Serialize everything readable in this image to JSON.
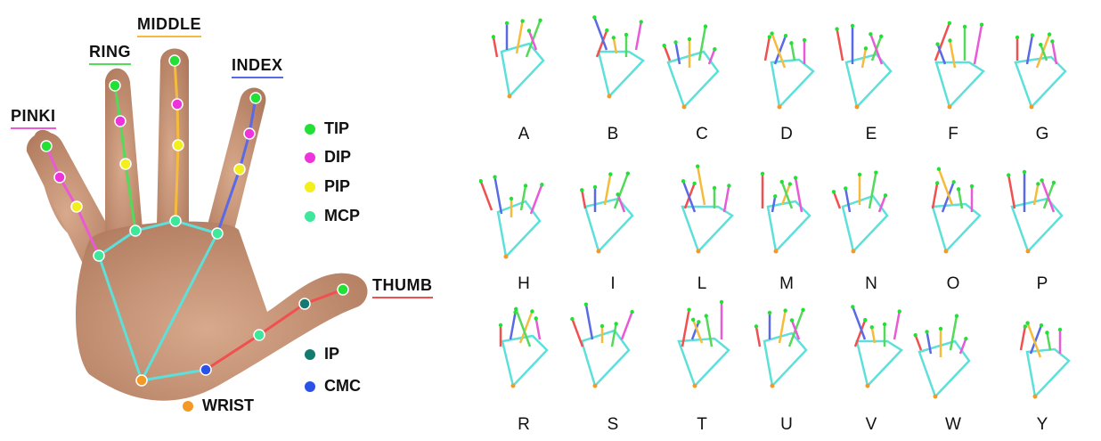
{
  "fingers": {
    "pinky": "PINKI",
    "ring": "RING",
    "middle": "MIDDLE",
    "index": "INDEX",
    "thumb": "THUMB"
  },
  "legend": [
    {
      "label": "TIP",
      "color": "#22e036"
    },
    {
      "label": "DIP",
      "color": "#ee33dd"
    },
    {
      "label": "PIP",
      "color": "#f3ef1c"
    },
    {
      "label": "MCP",
      "color": "#3ee89a"
    },
    {
      "label": "IP",
      "color": "#137a70"
    },
    {
      "label": "CMC",
      "color": "#2a52e8"
    },
    {
      "label": "WRIST",
      "color": "#f39a26"
    }
  ],
  "colors": {
    "pinky_line": "#e85ad6",
    "ring_line": "#54d95a",
    "middle_line": "#f5bc3c",
    "index_line": "#5a6ae6",
    "thumb_line": "#f05050",
    "palm_line": "#5de0da",
    "skin": "#c8977a"
  },
  "letters": [
    "A",
    "B",
    "C",
    "D",
    "E",
    "F",
    "G",
    "H",
    "I",
    "L",
    "M",
    "N",
    "O",
    "P",
    "R",
    "S",
    "T",
    "U",
    "V",
    "W",
    "Y"
  ]
}
